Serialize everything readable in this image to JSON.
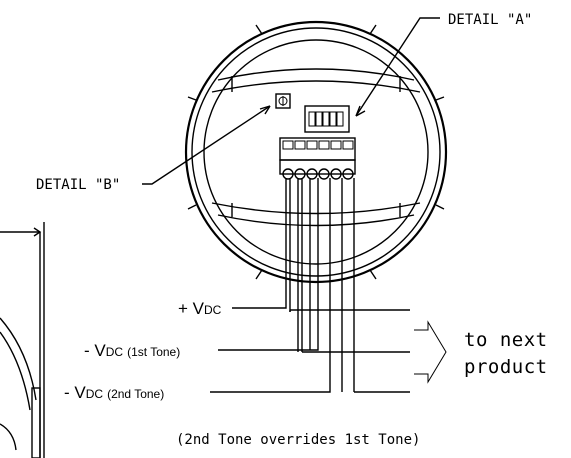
{
  "labels": {
    "detail_a": "DETAIL \"A\"",
    "detail_b": "DETAIL \"B\"",
    "vdc_plus_prefix": "+ V",
    "vdc_plus_sub": "DC",
    "vdc_1st_prefix": "- V",
    "vdc_1st_sub": "DC",
    "vdc_1st_note": "(1st Tone)",
    "vdc_2nd_prefix": "- V",
    "vdc_2nd_sub": "DC",
    "vdc_2nd_note": "(2nd Tone)",
    "to_next_line1": "to next",
    "to_next_line2": "product",
    "footnote": "(2nd Tone overrides 1st Tone)"
  },
  "icons": {
    "detail_b_symbol": "phi-symbol",
    "dip_switch": "dip-switch-icon",
    "arrow": "open-arrow-icon"
  }
}
